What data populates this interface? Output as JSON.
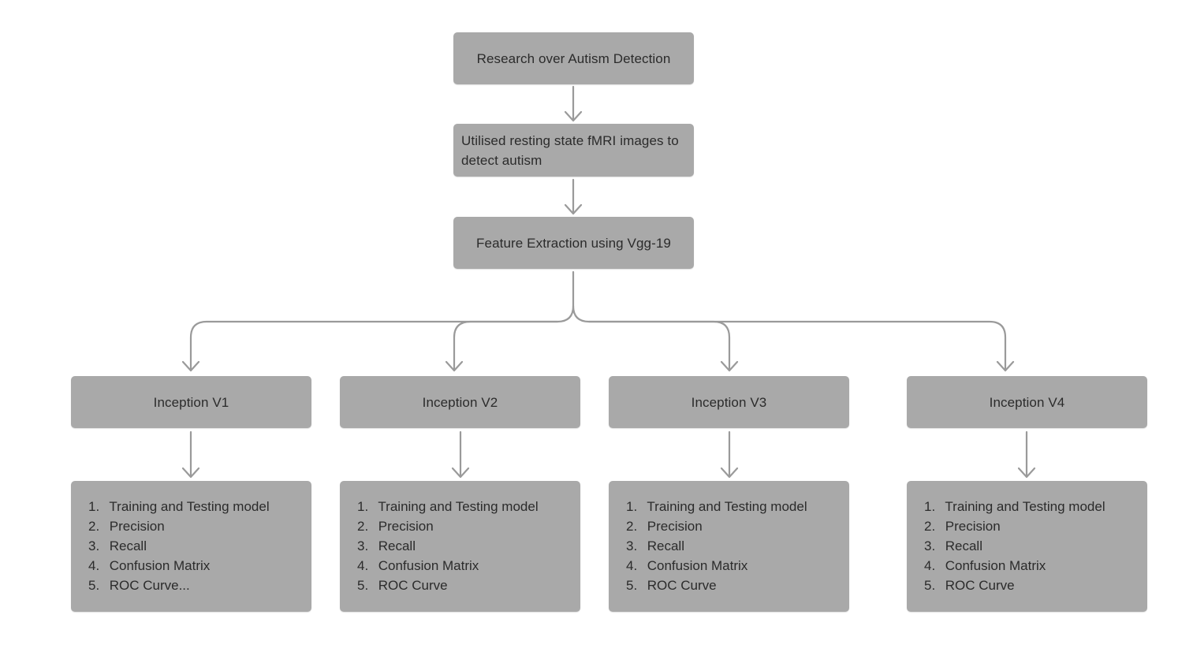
{
  "colors": {
    "node_fill": "#a9a9a9",
    "connector": "#9a9a9a",
    "text": "#2b2b2b",
    "background": "#ffffff"
  },
  "nodes": {
    "research": {
      "label": "Research over Autism Detection"
    },
    "fmri": {
      "label": "Utilised resting state fMRI images to detect autism"
    },
    "vgg": {
      "label": "Feature Extraction using Vgg-19"
    },
    "inceptions": [
      {
        "label": "Inception V1"
      },
      {
        "label": "Inception V2"
      },
      {
        "label": "Inception V3"
      },
      {
        "label": "Inception V4"
      }
    ],
    "evaluations": [
      {
        "items": [
          {
            "num": "1.",
            "text": "Training and Testing model"
          },
          {
            "num": "2.",
            "text": "Precision"
          },
          {
            "num": "3.",
            "text": "Recall"
          },
          {
            "num": "4.",
            "text": "Confusion Matrix"
          },
          {
            "num": "5.",
            "text": "ROC Curve..."
          }
        ]
      },
      {
        "items": [
          {
            "num": "1.",
            "text": "Training and Testing model"
          },
          {
            "num": "2.",
            "text": "Precision"
          },
          {
            "num": "3.",
            "text": "Recall"
          },
          {
            "num": "4.",
            "text": "Confusion Matrix"
          },
          {
            "num": "5.",
            "text": "ROC Curve"
          }
        ]
      },
      {
        "items": [
          {
            "num": "1.",
            "text": "Training and Testing model"
          },
          {
            "num": "2.",
            "text": "Precision"
          },
          {
            "num": "3.",
            "text": "Recall"
          },
          {
            "num": "4.",
            "text": "Confusion Matrix"
          },
          {
            "num": "5.",
            "text": "ROC Curve"
          }
        ]
      },
      {
        "items": [
          {
            "num": "1.",
            "text": "Training and Testing model"
          },
          {
            "num": "2.",
            "text": "Precision"
          },
          {
            "num": "3.",
            "text": "Recall"
          },
          {
            "num": "4.",
            "text": "Confusion Matrix"
          },
          {
            "num": "5.",
            "text": "ROC Curve"
          }
        ]
      }
    ]
  }
}
